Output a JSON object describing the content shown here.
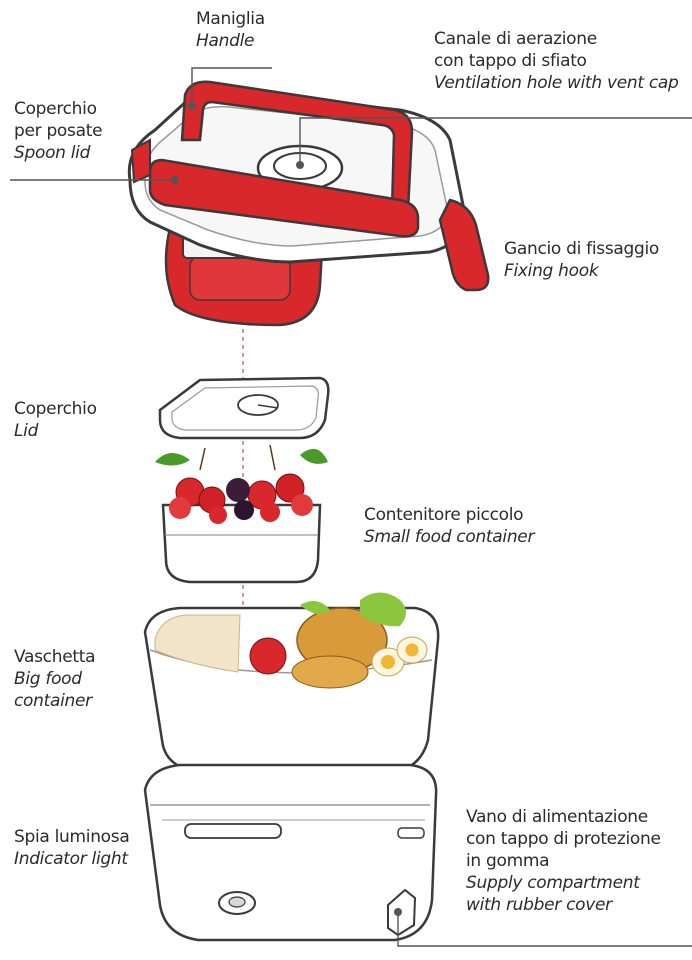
{
  "labels": {
    "handle": {
      "it_lines": [
        "Maniglia"
      ],
      "en_lines": [
        "Handle"
      ]
    },
    "vent": {
      "it_lines": [
        "Canale di aerazione",
        "con tappo di sfiato"
      ],
      "en_lines": [
        "Ventilation hole with vent cap"
      ]
    },
    "spoon_lid": {
      "it_lines": [
        "Coperchio",
        "per posate"
      ],
      "en_lines": [
        "Spoon lid"
      ]
    },
    "fixing_hook": {
      "it_lines": [
        "Gancio di fissaggio"
      ],
      "en_lines": [
        "Fixing hook"
      ]
    },
    "lid": {
      "it_lines": [
        "Coperchio"
      ],
      "en_lines": [
        "Lid"
      ]
    },
    "small_container": {
      "it_lines": [
        "Contenitore piccolo"
      ],
      "en_lines": [
        "Small food container"
      ]
    },
    "big_container": {
      "it_lines": [
        "Vaschetta"
      ],
      "en_lines": [
        "Big food",
        "container"
      ]
    },
    "indicator": {
      "it_lines": [
        "Spia luminosa"
      ],
      "en_lines": [
        "Indicator light"
      ]
    },
    "supply": {
      "it_lines": [
        "Vano di alimentazione",
        "con tappo di protezione",
        "in gomma"
      ],
      "en_lines": [
        "Supply compartment",
        "with rubber cover"
      ]
    }
  },
  "colors": {
    "accent_red": "#d8282c",
    "outline": "#3a3a3a",
    "text": "#2b2b2b",
    "leader": "#555555"
  }
}
